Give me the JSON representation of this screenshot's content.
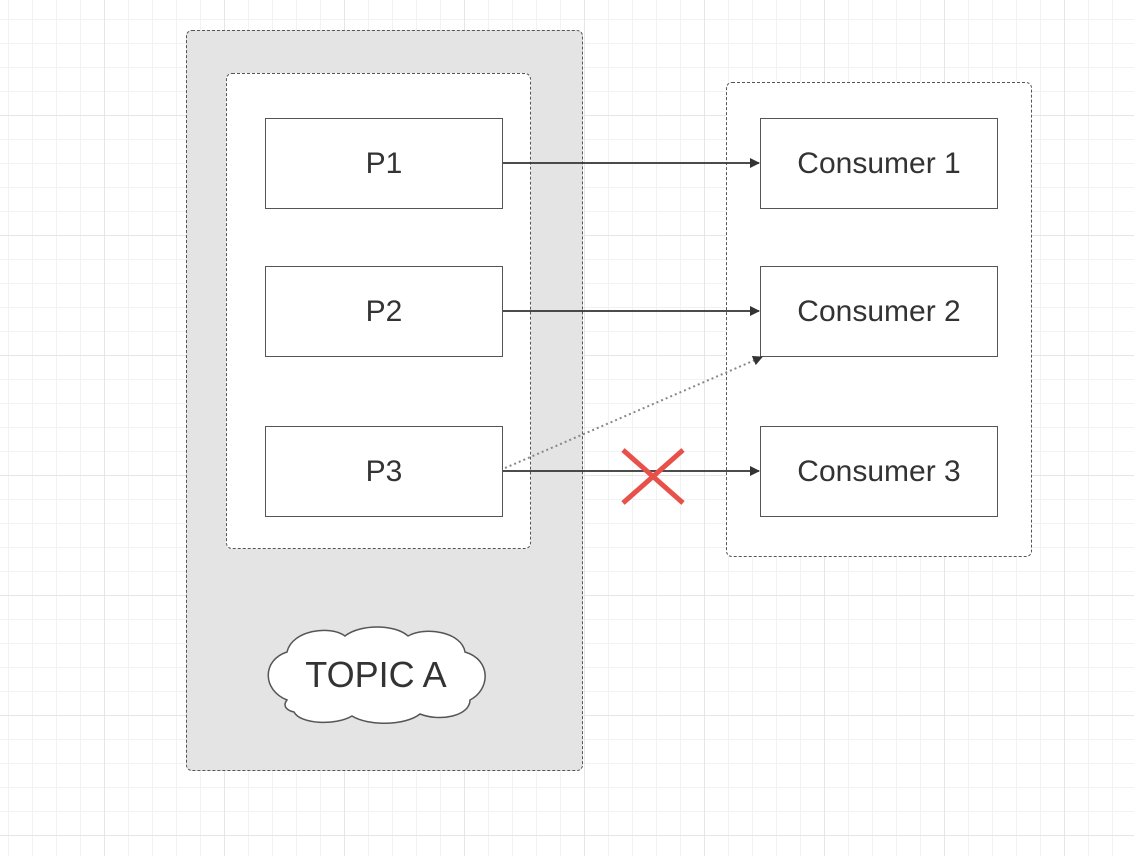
{
  "topic": {
    "label": "TOPIC A"
  },
  "partitions": [
    {
      "label": "P1"
    },
    {
      "label": "P2"
    },
    {
      "label": "P3"
    }
  ],
  "consumers": [
    {
      "label": "Consumer 1"
    },
    {
      "label": "Consumer 2"
    },
    {
      "label": "Consumer 3"
    }
  ],
  "connections": [
    {
      "from": "P1",
      "to": "Consumer 1",
      "style": "solid"
    },
    {
      "from": "P2",
      "to": "Consumer 2",
      "style": "solid"
    },
    {
      "from": "P3",
      "to": "Consumer 3",
      "style": "solid",
      "blocked": true
    },
    {
      "from": "P3",
      "to": "Consumer 2",
      "style": "dotted"
    }
  ],
  "colors": {
    "line": "#333333",
    "topic_fill": "#e4e4e4",
    "blocked_mark": "#e8504a"
  },
  "icons": {
    "blocked": "x-mark-icon",
    "topic_shape": "cloud-icon"
  }
}
